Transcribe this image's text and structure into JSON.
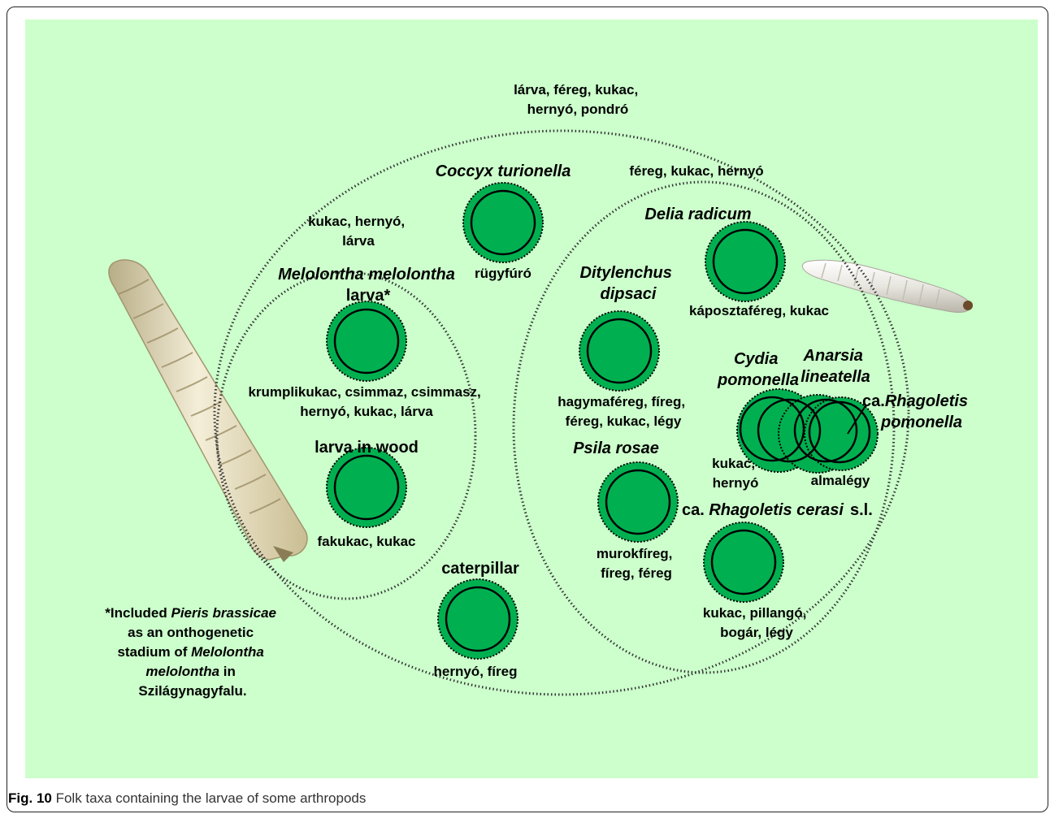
{
  "colors": {
    "panel_background": "#ccffcc",
    "node_fill": "#00b050",
    "node_stroke": "#000000",
    "dotted_border": "#333333"
  },
  "regions": {
    "outer_label": [
      "lárva, féreg, kukac,",
      "hernyó, pondró"
    ],
    "left_label": [
      "kukac, hernyó,",
      "lárva"
    ],
    "right_label": [
      "féreg, kukac, hernyó"
    ]
  },
  "nodes": {
    "coccyx": {
      "title": [
        "Coccyx turionella"
      ],
      "folk": [
        "rügyfúró"
      ]
    },
    "melolontha": {
      "title_italic": "Melolontha melolontha",
      "title_plain": "larva*",
      "folk": [
        "krumplikukac, csimmaz, csimmasz,",
        "hernyó, kukac, lárva"
      ]
    },
    "wood": {
      "title": [
        "larva in wood"
      ],
      "folk": [
        "fakukac, kukac"
      ]
    },
    "caterpillar": {
      "title": [
        "caterpillar"
      ],
      "folk": [
        "hernyó, fíreg"
      ]
    },
    "delia": {
      "title": [
        "Delia radicum"
      ],
      "folk": [
        "káposztaféreg, kukac"
      ]
    },
    "ditylenchus": {
      "title": [
        "Ditylenchus",
        "dipsaci"
      ],
      "folk": [
        "hagymaféreg, fíreg,",
        "féreg, kukac, légy"
      ]
    },
    "psila": {
      "title": [
        "Psila rosae"
      ],
      "folk": [
        "murokfíreg,",
        "fíreg, féreg"
      ]
    },
    "rhagoletis_cerasi": {
      "title_plain": "ca. ",
      "title_italic": "Rhagoletis cerasi",
      "title_suffix": "s.l.",
      "folk": [
        "kukac, pillangó,",
        "bogár, légy"
      ]
    },
    "cydia": {
      "title": [
        "Cydia",
        "pomonella"
      ]
    },
    "anarsia": {
      "title": [
        "Anarsia",
        "lineatella"
      ]
    },
    "rhagoletis_pomonella": {
      "title_plain": "ca.",
      "title_italic": "Rhagoletis",
      "title_line2": "pomonella"
    },
    "apple_cluster": {
      "folk_left": [
        "kukac,",
        "hernyó"
      ],
      "folk_right": [
        "almalégy"
      ]
    }
  },
  "footnote": {
    "part1": "*Included ",
    "part2": "Pieris brassicae",
    "line2": "as an onthogenetic",
    "line3a": "stadium of ",
    "line3b": "Melolontha",
    "line4a": "melolontha",
    "line4b": " in",
    "line5": "Szilágynagyfalu."
  },
  "caption": {
    "label": "Fig. 10",
    "text": " Folk taxa containing the larvae of some arthropods"
  }
}
